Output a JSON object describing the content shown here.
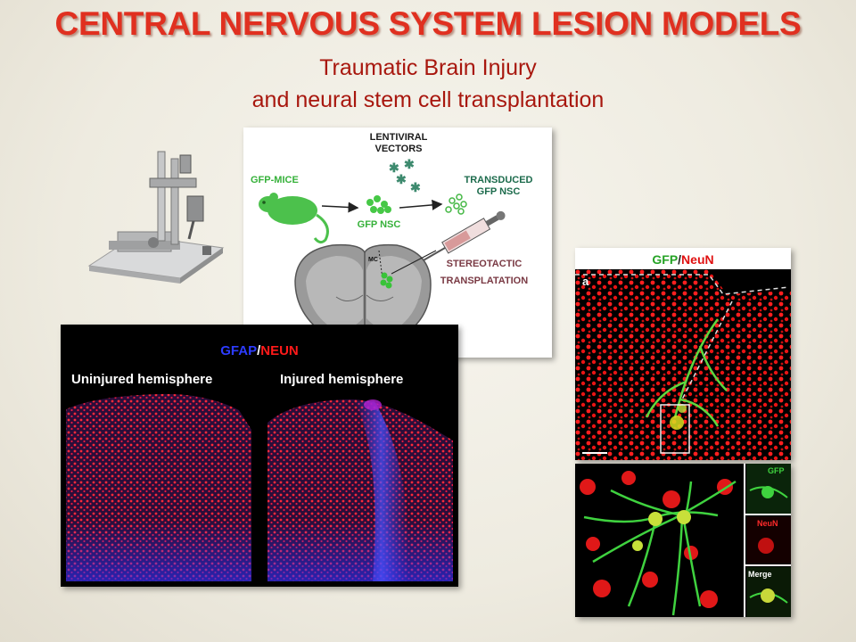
{
  "slide": {
    "title": "CENTRAL NERVOUS SYSTEM LESION MODELS",
    "subtitle_line1": "Traumatic Brain Injury",
    "subtitle_line2": "and neural stem cell transplantation"
  },
  "diagram": {
    "lentiviral": "LENTIVIRAL",
    "vectors": "VECTORS",
    "gfp_mice": "GFP-MICE",
    "gfp_nsc": "GFP NSC",
    "transduced": "TRANSDUCED",
    "transduced_nsc": "GFP NSC",
    "mc": "MC",
    "stereotactic": "STEREOTACTIC",
    "transplantation": "TRANSPLATATION"
  },
  "hemispheres": {
    "stain_gfap": "GFAP",
    "stain_sep": "/",
    "stain_neun": "NEUN",
    "left_label": "Uninjured hemisphere",
    "right_label": "Injured hemisphere"
  },
  "gfp_panel": {
    "stain_gfp": "GFP",
    "stain_sep": "/",
    "stain_neun": "NeuN",
    "panel_letter": "a"
  },
  "gfp_detail": {
    "inset_gfp": "GFP",
    "inset_neun": "NeuN",
    "inset_merge": "Merge"
  },
  "colors": {
    "title": "#e03020",
    "subtitle": "#a8170e",
    "gfp_green": "#3ec43e",
    "neun_red": "#ff2020",
    "gfap_blue": "#2a4cff"
  }
}
